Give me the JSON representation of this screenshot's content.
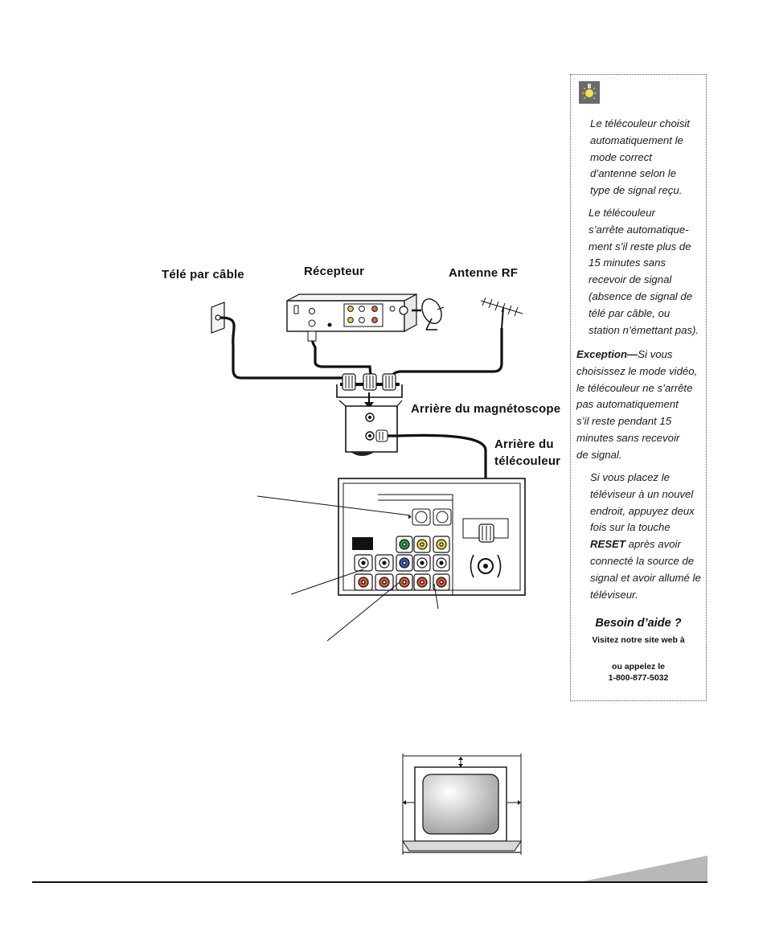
{
  "diagram": {
    "labels": {
      "cable": "Télé par câble",
      "receiver": "Récepteur",
      "antenna": "Antenne RF",
      "vcr_back": "Arrière du magnétoscope",
      "tv_back": "Arrière du\ntélécouleur"
    }
  },
  "sidebar": {
    "tip1": "Le télécouleur choisit\nautomatiquement le\nmode correct\nd’antenne selon le\ntype de signal reçu.",
    "tip2": "Le télécouleur\ns’arrête automatique-\nment s’il reste plus de\n15 minutes sans\nrecevoir de signal\n(absence de signal de\ntélé par câble, ou\nstation n’émettant pas).",
    "exception_label": "Exception—",
    "exception_text": "Si vous\nchoisissez le mode vidéo,\nle télécouleur ne s’arrête\npas automatiquement\ns’il reste pendant 15\nminutes sans recevoir\nde signal.",
    "tip3_a": "Si vous placez le\ntéléviseur à un nouvel\nendroit, appuyez deux\nfois sur la touche",
    "tip3_reset": "RESET",
    "tip3_b": " après avoir\nconnecté la source de\nsignal et avoir allumé le\ntéléviseur.",
    "help_title": "Besoin d’aide ?",
    "help_line1": "Visitez notre site web à",
    "help_line2": "ou appelez le\n1-800-877-5032"
  }
}
